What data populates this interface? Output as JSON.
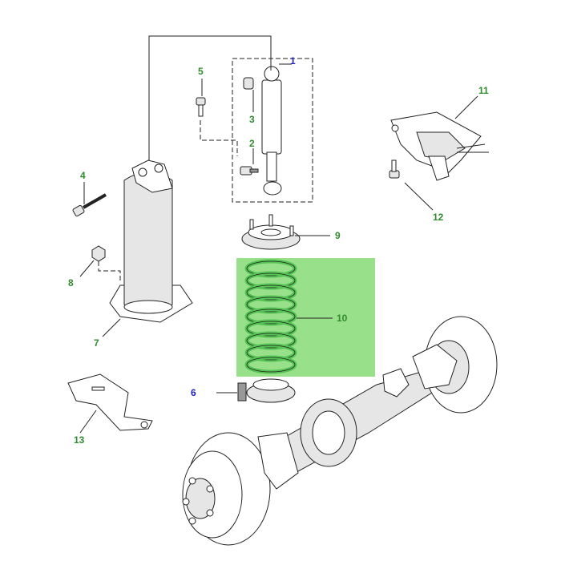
{
  "colors": {
    "label_green": "#2e8b2e",
    "label_blue": "#1f1fbf",
    "highlight": "#99e08a",
    "spring": "#55c455",
    "line": "#222222"
  },
  "highlighted_part": "10",
  "callouts": [
    {
      "id": "c1",
      "number": "1",
      "color": "blue"
    },
    {
      "id": "c2",
      "number": "2",
      "color": "green"
    },
    {
      "id": "c3",
      "number": "3",
      "color": "green"
    },
    {
      "id": "c4",
      "number": "4",
      "color": "green"
    },
    {
      "id": "c5",
      "number": "5",
      "color": "green"
    },
    {
      "id": "c6",
      "number": "6",
      "color": "blue"
    },
    {
      "id": "c7",
      "number": "7",
      "color": "green"
    },
    {
      "id": "c8",
      "number": "8",
      "color": "green"
    },
    {
      "id": "c9",
      "number": "9",
      "color": "green"
    },
    {
      "id": "c10",
      "number": "10",
      "color": "green"
    },
    {
      "id": "c11",
      "number": "11",
      "color": "green"
    },
    {
      "id": "c12",
      "number": "12",
      "color": "green"
    },
    {
      "id": "c13",
      "number": "13",
      "color": "green"
    }
  ]
}
